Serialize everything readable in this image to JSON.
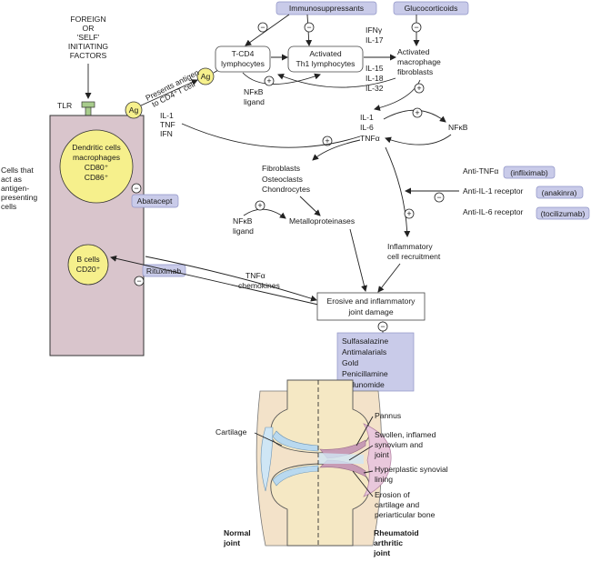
{
  "texts": {
    "initiating": [
      "FOREIGN",
      "OR",
      "'SELF'",
      "INITIATING",
      "FACTORS"
    ],
    "tlr": "TLR",
    "ag_left": "Ag",
    "ag_right": "Ag",
    "presents": [
      "Presents antigen",
      "to CD4⁺T cell"
    ],
    "il1_tnf_ifn": [
      "IL-1",
      "TNF",
      "IFN"
    ],
    "dendritic": [
      "Dendritic cells",
      "macrophages",
      "CD80⁺",
      "CD86⁺"
    ],
    "apc_label": [
      "Cells that",
      "act as",
      "antigen-",
      "presenting",
      "cells"
    ],
    "bcells": [
      "B cells",
      "CD20⁺"
    ],
    "tcd4": [
      "T-CD4",
      "lymphocytes"
    ],
    "th1": [
      "Activated",
      "Th1 lymphocytes"
    ],
    "nfkb_ligand_top": [
      "NFκB",
      "ligand"
    ],
    "ifn_il17": [
      "IFNγ",
      "IL-17"
    ],
    "il15_18_32": [
      "IL-15",
      "IL-18",
      "IL-32"
    ],
    "macrophage": [
      "Activated",
      "macrophage",
      "fibroblasts"
    ],
    "cytokines": [
      "IL-1",
      "IL-6",
      "TNFα"
    ],
    "nfkb_right": "NFκB",
    "fibroblasts": [
      "Fibroblasts",
      "Osteoclasts",
      "Chondrocytes"
    ],
    "nfkb_ligand_mid": [
      "NFκB",
      "ligand"
    ],
    "metalloproteinases": "Metalloproteinases",
    "inflammatory_recruit": [
      "Inflammatory",
      "cell recruitment"
    ],
    "tnf_chemokines": [
      "TNFα",
      "chemokines"
    ],
    "erosive": [
      "Erosive and inflammatory",
      "joint damage"
    ],
    "anti_tnf": "Anti-TNFα",
    "anti_il1": "Anti-IL-1 receptor",
    "anti_il6": "Anti-IL-6 receptor",
    "cartilage": "Cartilage",
    "pannus": "Pannus",
    "swollen": [
      "Swollen, inflamed",
      "synovium and",
      "joint"
    ],
    "hyperplastic": [
      "Hyperplastic synovial",
      "lining"
    ],
    "erosion": [
      "Erosion of",
      "cartilage and",
      "periarticular bone"
    ],
    "normal_joint": [
      "Normal",
      "joint"
    ],
    "ra_joint": [
      "Rheumatoid",
      "arthritic",
      "joint"
    ]
  },
  "drugs": {
    "immunosuppressants": "Immunosuppressants",
    "glucocorticoids": "Glucocorticoids",
    "abatacept": "Abatacept",
    "rituximab": "Rituximab",
    "infliximab": "(infliximab)",
    "anakinra": "(anakinra)",
    "tocilizumab": "(tocilizumab)",
    "dmards": [
      "Sulfasalazine",
      "Antimalarials",
      "Gold",
      "Penicillamine",
      "Leflunomide"
    ]
  },
  "signs": {
    "plus": "+",
    "minus": "−"
  },
  "colors": {
    "drug_fill": "#c9cbe9",
    "apc_fill": "#d9c5cc",
    "cell_fill": "#f6f08c",
    "cartilage": "#b9d9ef",
    "bone": "#f5e8c4"
  }
}
